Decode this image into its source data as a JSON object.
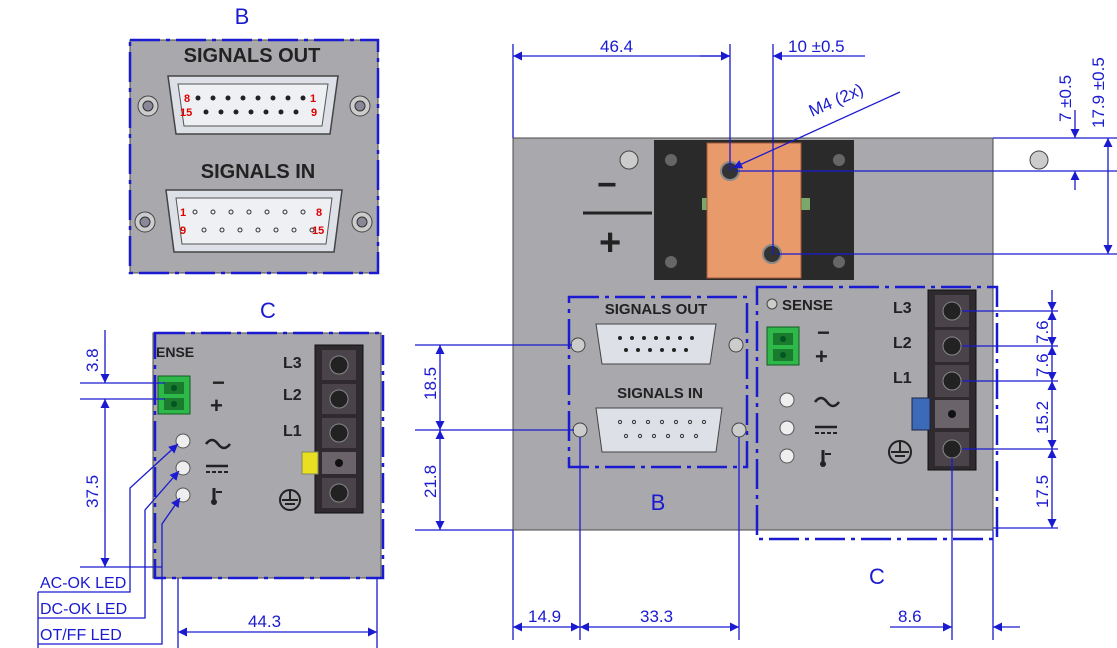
{
  "view_labels": {
    "b_top": "B",
    "c_left": "C",
    "b_bottom": "B",
    "c_bottom": "C"
  },
  "panel_text": {
    "signals_out": "SIGNALS OUT",
    "signals_in": "SIGNALS IN",
    "sense": "SENSE",
    "sense_partial": "ENSE",
    "l1": "L1",
    "l2": "L2",
    "l3": "L3",
    "minus": "−",
    "plus": "+"
  },
  "pin_numbers": {
    "out_top_left": "8",
    "out_top_right": "1",
    "out_bot_left": "15",
    "out_bot_right": "9",
    "in_top_left": "1",
    "in_top_right": "8",
    "in_bot_left": "9",
    "in_bot_right": "15"
  },
  "led_labels": {
    "ac_ok": "AC-OK LED",
    "dc_ok": "DC-OK LED",
    "ot_ff": "OT/FF LED"
  },
  "dimensions": {
    "d_46_4": "46.4",
    "d_10": "10 ±0.5",
    "d_m4": "M4 (2x)",
    "d_7": "7 ±0.5",
    "d_17_9": "17.9 ±0.5",
    "d_18_5": "18.5",
    "d_21_8": "21.8",
    "d_7_6a": "7.6",
    "d_7_6b": "7.6",
    "d_15_2": "15.2",
    "d_17_5": "17.5",
    "d_14_9": "14.9",
    "d_33_3": "33.3",
    "d_8_6": "8.6",
    "d_3_8": "3.8",
    "d_37_5": "37.5",
    "d_44_3": "44.3"
  },
  "colors": {
    "dimension_blue": "#1a1ad0",
    "panel_grey": "#a8a8ad",
    "busbar_copper": "#e89a6a",
    "connector_green": "#2eb84a",
    "terminal_purple": "#3a2a3a",
    "pin_red": "#e00000"
  }
}
